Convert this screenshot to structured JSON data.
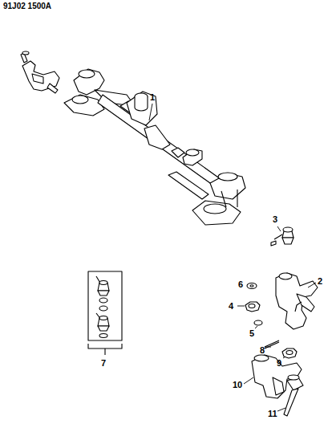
{
  "diagram": {
    "labels": [
      "91J02 1500A",
      "1",
      "2",
      "3",
      "4",
      "5",
      "6",
      "7",
      "8",
      "9",
      "10",
      "11"
    ]
  }
}
